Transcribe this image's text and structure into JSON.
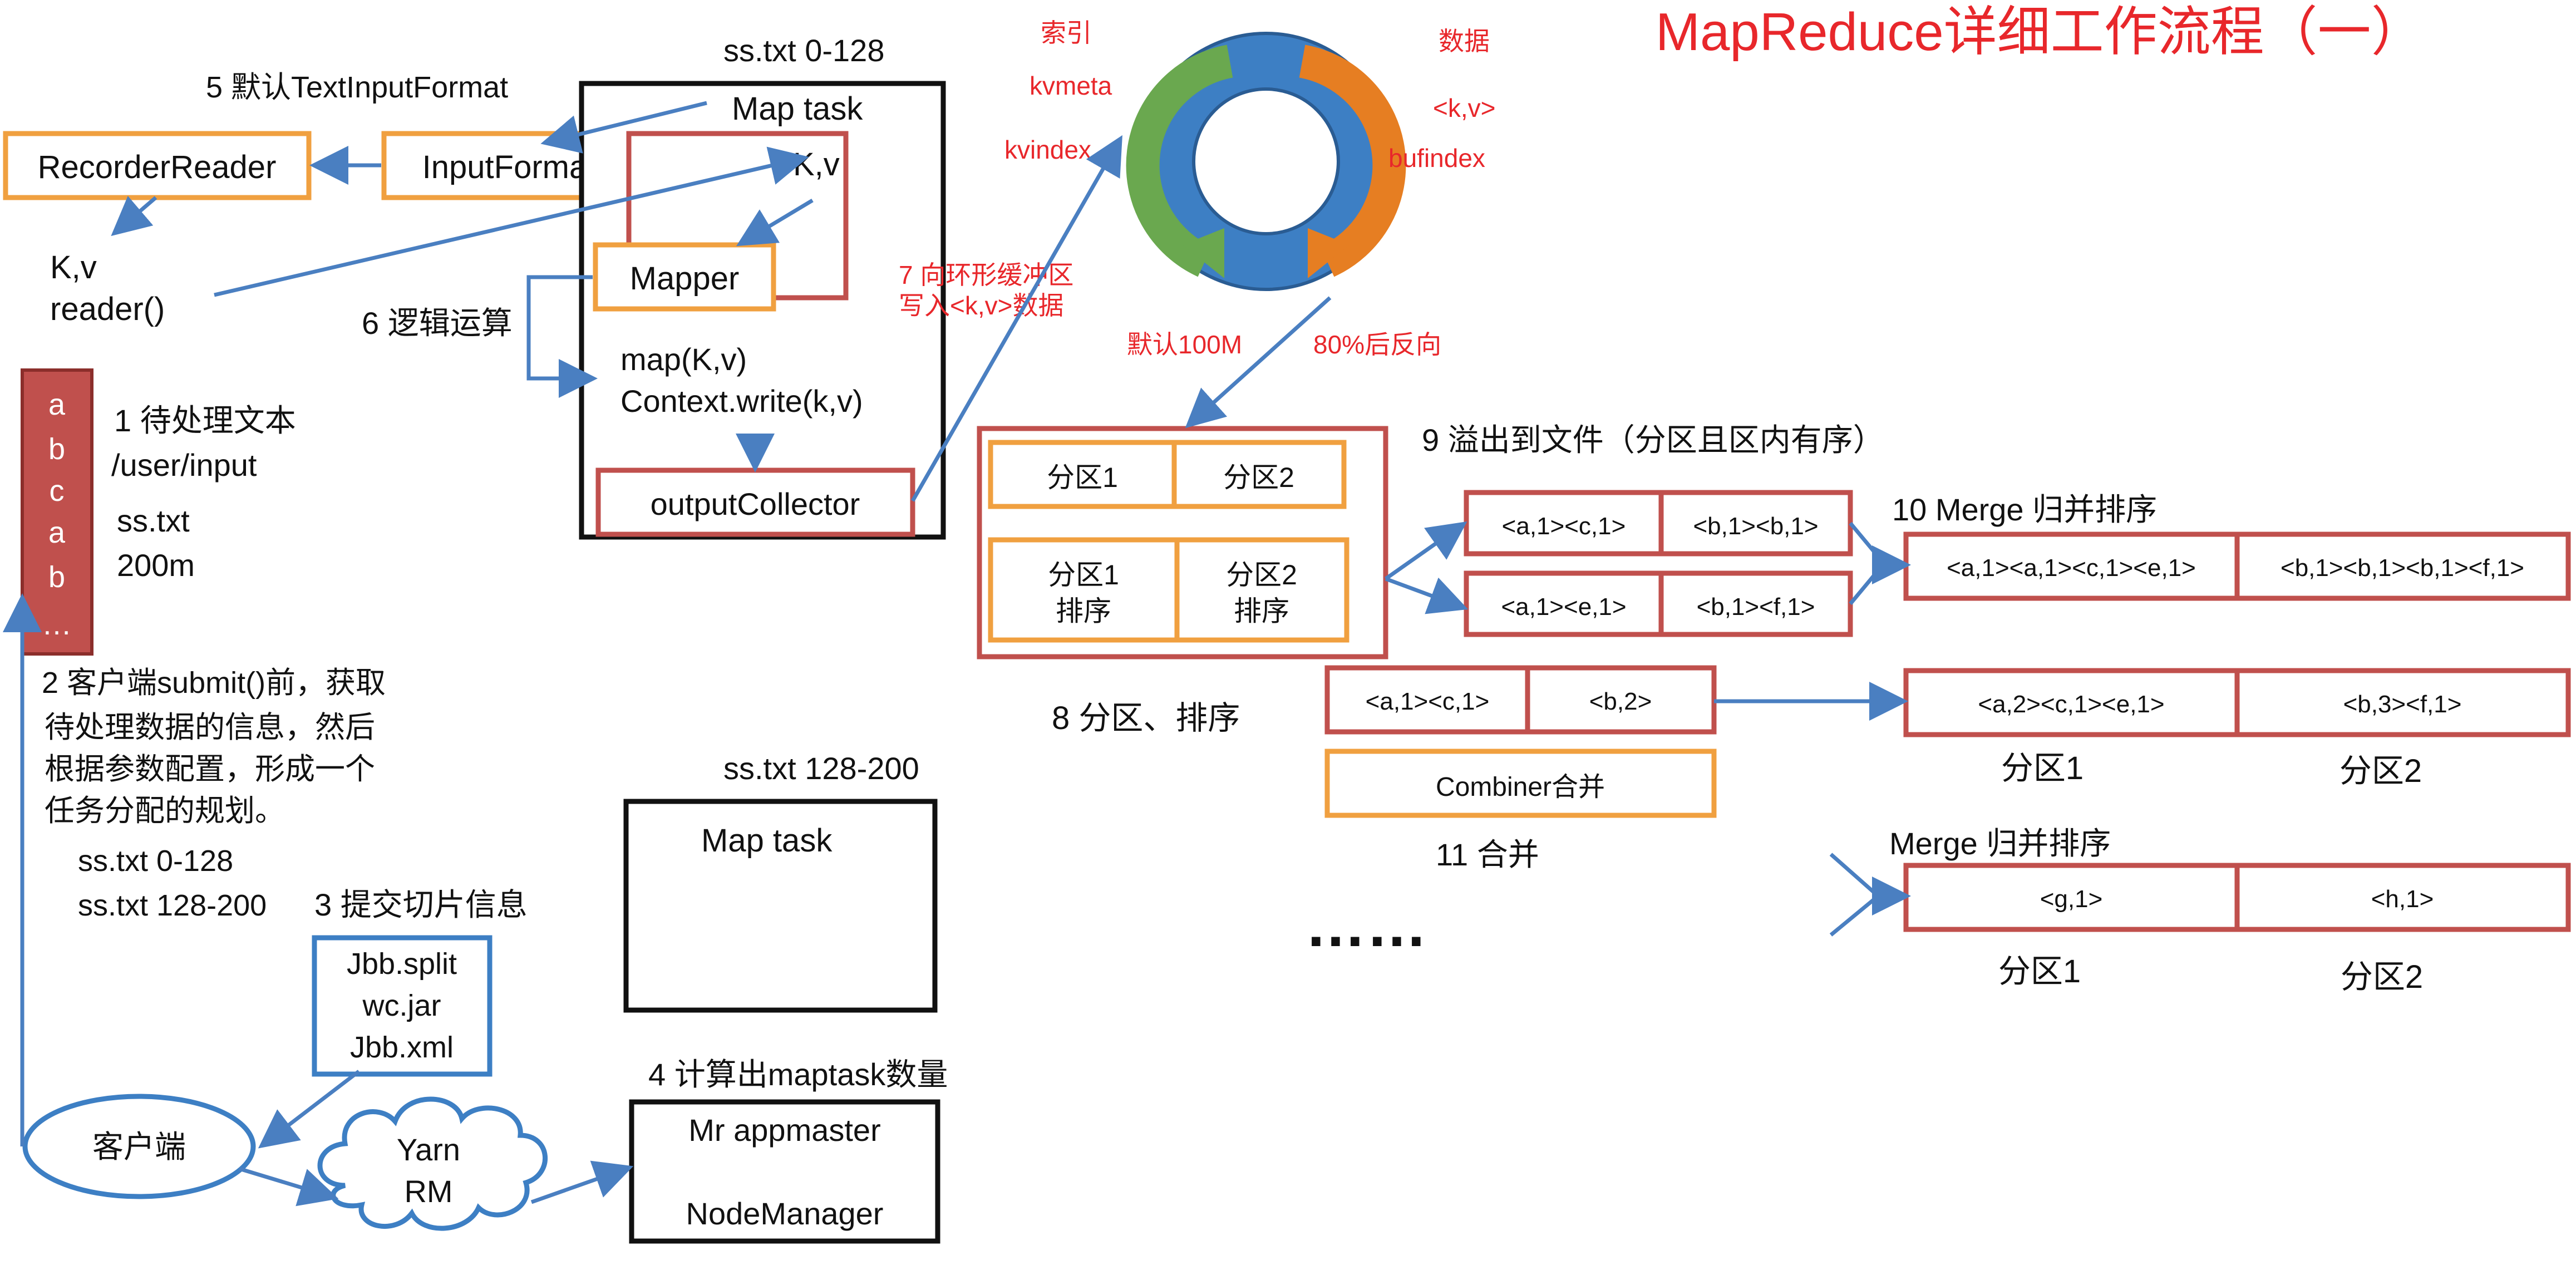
{
  "title": "MapReduce详细工作流程（一）",
  "steps": {
    "s1": [
      "1 待处理文本",
      "/user/input",
      "ss.txt",
      "200m"
    ],
    "s2": [
      "2 客户端submit()前，获取",
      "待处理数据的信息，然后",
      "根据参数配置，形成一个",
      "任务分配的规划。"
    ],
    "splits": [
      "ss.txt  0-128",
      "ss.txt  128-200"
    ],
    "s3": "3 提交切片信息",
    "s4": "4 计算出maptask数量",
    "s5": "5 默认TextInputFormat",
    "s6": "6 逻辑运算",
    "s7": [
      "7 向环形缓冲区",
      "写入<k,v>数据"
    ],
    "s8": "8 分区、排序",
    "s9": "9 溢出到文件（分区且区内有序）",
    "s10": "10 Merge 归并排序",
    "s11": "11 合并"
  },
  "file_chars": [
    "a",
    "b",
    "c",
    "a",
    "b",
    "…"
  ],
  "reader": {
    "recorder_reader": "RecorderReader",
    "input_format": "InputFormat",
    "kv": "K,v",
    "reader_call": "reader()"
  },
  "maptask1": {
    "header": "ss.txt 0-128",
    "label": "Map task",
    "kv": "K,v",
    "mapper": "Mapper",
    "map_call": "map(K,v)",
    "context_write": "Context.write(k,v)",
    "collector": "outputCollector"
  },
  "maptask2": {
    "header": "ss.txt 128-200",
    "label": "Map task"
  },
  "job_files": [
    "Jbb.split",
    "wc.jar",
    "Jbb.xml"
  ],
  "client": "客户端",
  "yarn": [
    "Yarn",
    "RM"
  ],
  "appmaster": [
    "Mr appmaster",
    "NodeManager"
  ],
  "ring": {
    "left": [
      "索引",
      "kvmeta",
      "kvindex"
    ],
    "right": [
      "数据",
      "<k,v>",
      "bufindex"
    ],
    "default_size": "默认100M",
    "threshold": "80%后反向"
  },
  "partition_sort": {
    "row1": [
      "分区1",
      "分区2"
    ],
    "row2": [
      [
        "分区1",
        "排序"
      ],
      [
        "分区2",
        "排序"
      ]
    ]
  },
  "spill1": [
    "<a,1><c,1>",
    "<b,1><b,1>"
  ],
  "spill2": [
    "<a,1><e,1>",
    "<b,1><f,1>"
  ],
  "merge1": [
    "<a,1><a,1><c,1><e,1>",
    "<b,1><b,1><b,1><f,1>"
  ],
  "combine_in": [
    "<a,1><c,1>",
    "<b,2>"
  ],
  "combiner": "Combiner合并",
  "merged_out": [
    "<a,2><c,1><e,1>",
    "<b,3><f,1>"
  ],
  "partition_labels": [
    "分区1",
    "分区2"
  ],
  "merge2_label": "Merge 归并排序",
  "merge2": [
    "<g,1>",
    "<h,1>"
  ],
  "ellipsis": "……",
  "colors": {
    "orange": "#f0a040",
    "red_border": "#c0504d",
    "blue": "#3d7fc4",
    "title_red": "#e8272b",
    "ring_blue": "#3d7fc4",
    "ring_green": "#6aa84f",
    "ring_orange": "#e67e22"
  }
}
